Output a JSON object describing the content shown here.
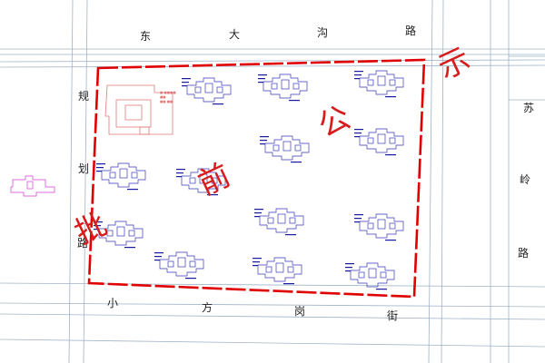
{
  "map": {
    "roads": {
      "top": [
        "东",
        "大",
        "沟",
        "路"
      ],
      "left": [
        "规",
        "划",
        "路"
      ],
      "right": [
        "苏",
        "岭",
        "路"
      ],
      "bottom": [
        "小",
        "方",
        "岗",
        "街"
      ]
    },
    "stamp": [
      "示",
      "公",
      "前",
      "批"
    ],
    "colors": {
      "boundary": "#e00000",
      "building": "#3a3ab8",
      "existing": "#e07a7a",
      "external": "#d23dd2",
      "road": "#9fb4c8"
    }
  }
}
